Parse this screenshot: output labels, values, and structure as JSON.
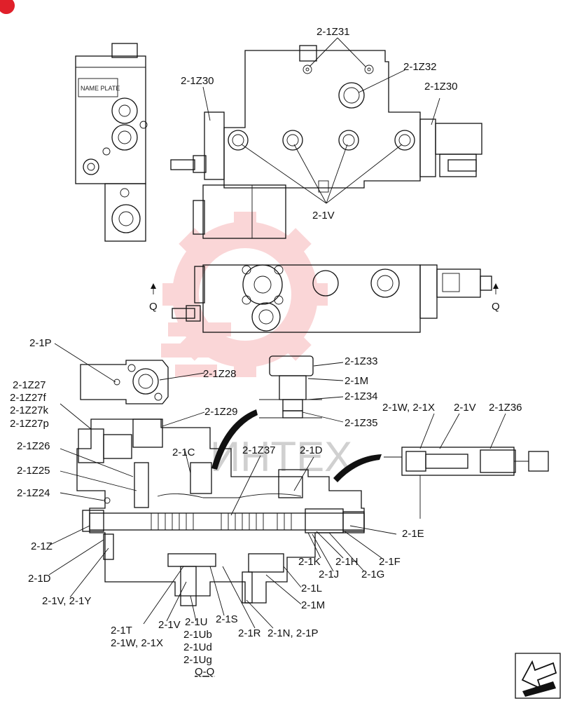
{
  "labels": {
    "z31": "2-1Z31",
    "z32": "2-1Z32",
    "z30a": "2-1Z30",
    "z30b": "2-1Z30",
    "v_top": "2-1V",
    "q_left": "Q",
    "q_right": "Q",
    "name_plate": "NAME PLATE",
    "p": "2-1P",
    "z28": "2-1Z28",
    "z27": "2-1Z27",
    "z27f": "2-1Z27f",
    "z27k": "2-1Z27k",
    "z27p": "2-1Z27p",
    "z33": "2-1Z33",
    "m_top": "2-1M",
    "z34": "2-1Z34",
    "z35": "2-1Z35",
    "z29": "2-1Z29",
    "wx_right": "2-1W, 2-1X",
    "v_right": "2-1V",
    "z36": "2-1Z36",
    "z26": "2-1Z26",
    "c": "2-1C",
    "z37": "2-1Z37",
    "d_top": "2-1D",
    "z25": "2-1Z25",
    "z24": "2-1Z24",
    "e": "2-1E",
    "z": "2-1Z",
    "k": "2-1K",
    "h": "2-1H",
    "f": "2-1F",
    "j": "2-1J",
    "g": "2-1G",
    "d_left": "2-1D",
    "l": "2-1L",
    "vy": "2-1V, 2-1Y",
    "m_bottom": "2-1M",
    "t": "2-1T",
    "v_bottom": "2-1V",
    "u": "2-1U",
    "s": "2-1S",
    "wx_bottom": "2-1W, 2-1X",
    "ub": "2-1Ub",
    "r": "2-1R",
    "np": "2-1N, 2-1P",
    "ud": "2-1Ud",
    "ug": "2-1Ug",
    "qq": "Q-Q"
  },
  "watermark": "ИНТЕХ",
  "colors": {
    "accent": "#e0202a",
    "watermark_gear": "#f7b5b8",
    "line": "#111111"
  },
  "icons": {
    "corner": "logo-badge-icon",
    "nav": "arrow-icon"
  }
}
